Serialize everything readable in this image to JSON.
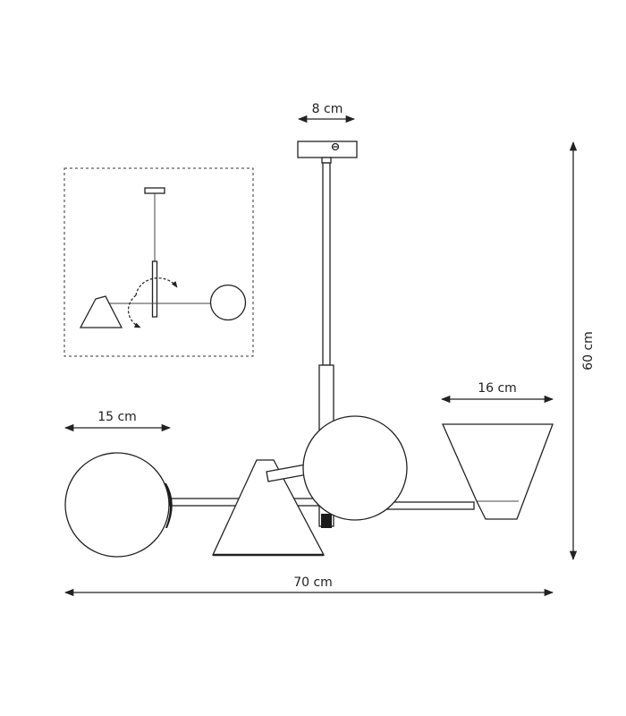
{
  "dimensions": {
    "canopy_width": "8 cm",
    "globe_diameter": "15 cm",
    "shade_diameter": "16 cm",
    "total_width": "70 cm",
    "total_height": "60 cm"
  }
}
